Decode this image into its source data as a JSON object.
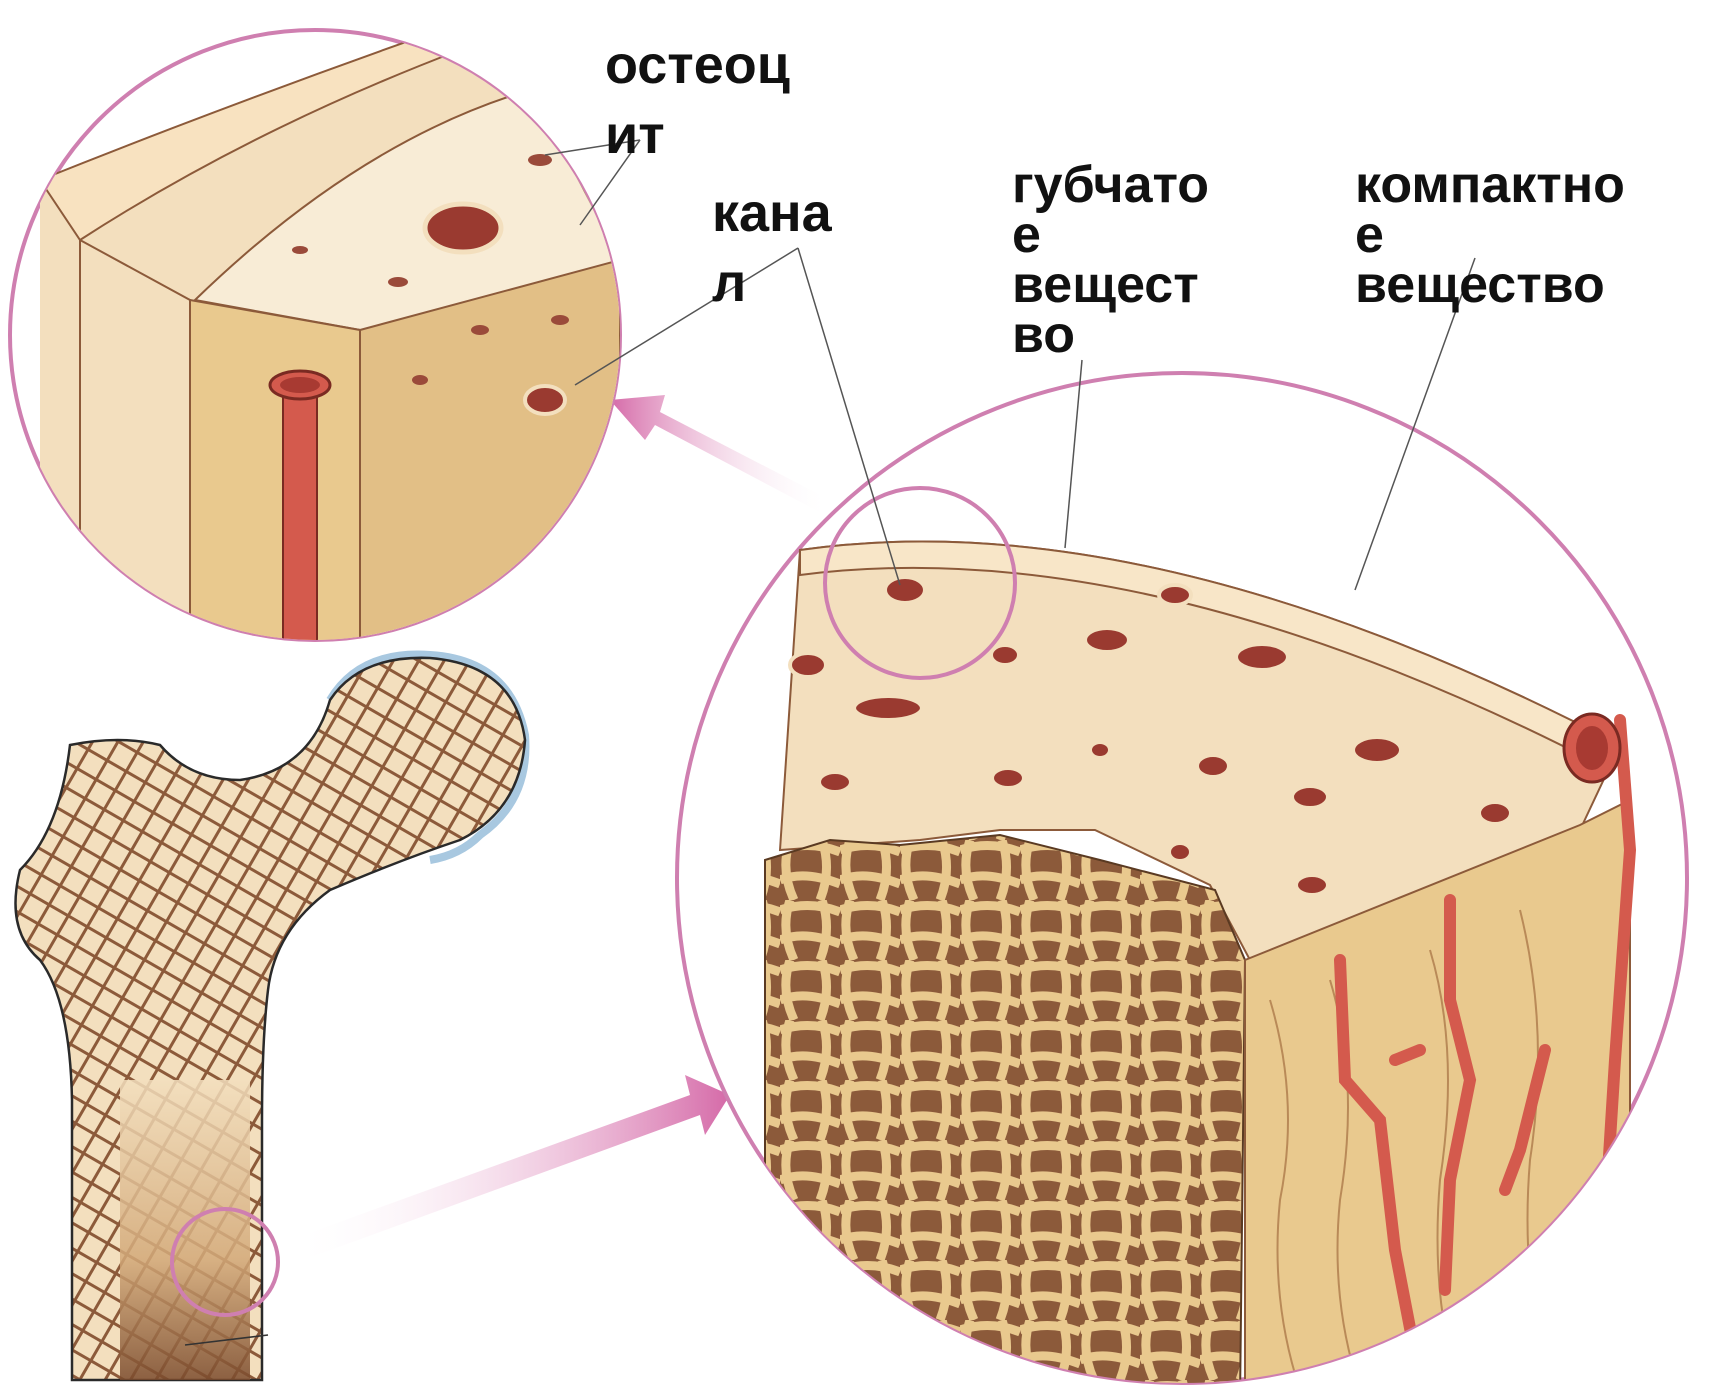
{
  "labels": {
    "osteocyte": "остеоц\nит",
    "canal": "кана\nл",
    "spongy_substance": "губчато\nе\nвещест\nво",
    "compact_substance": "компактно\nе\nвещество"
  },
  "colors": {
    "magnifier_ring": "#cf7fb0",
    "arrow": "#d56aa8",
    "bone_light": "#f3dfbe",
    "bone_mid": "#e9c98e",
    "bone_dark": "#8c5a3a",
    "vessel": "#d45a4d",
    "cartilage": "#a8c8e0",
    "leader_line": "#555555"
  }
}
